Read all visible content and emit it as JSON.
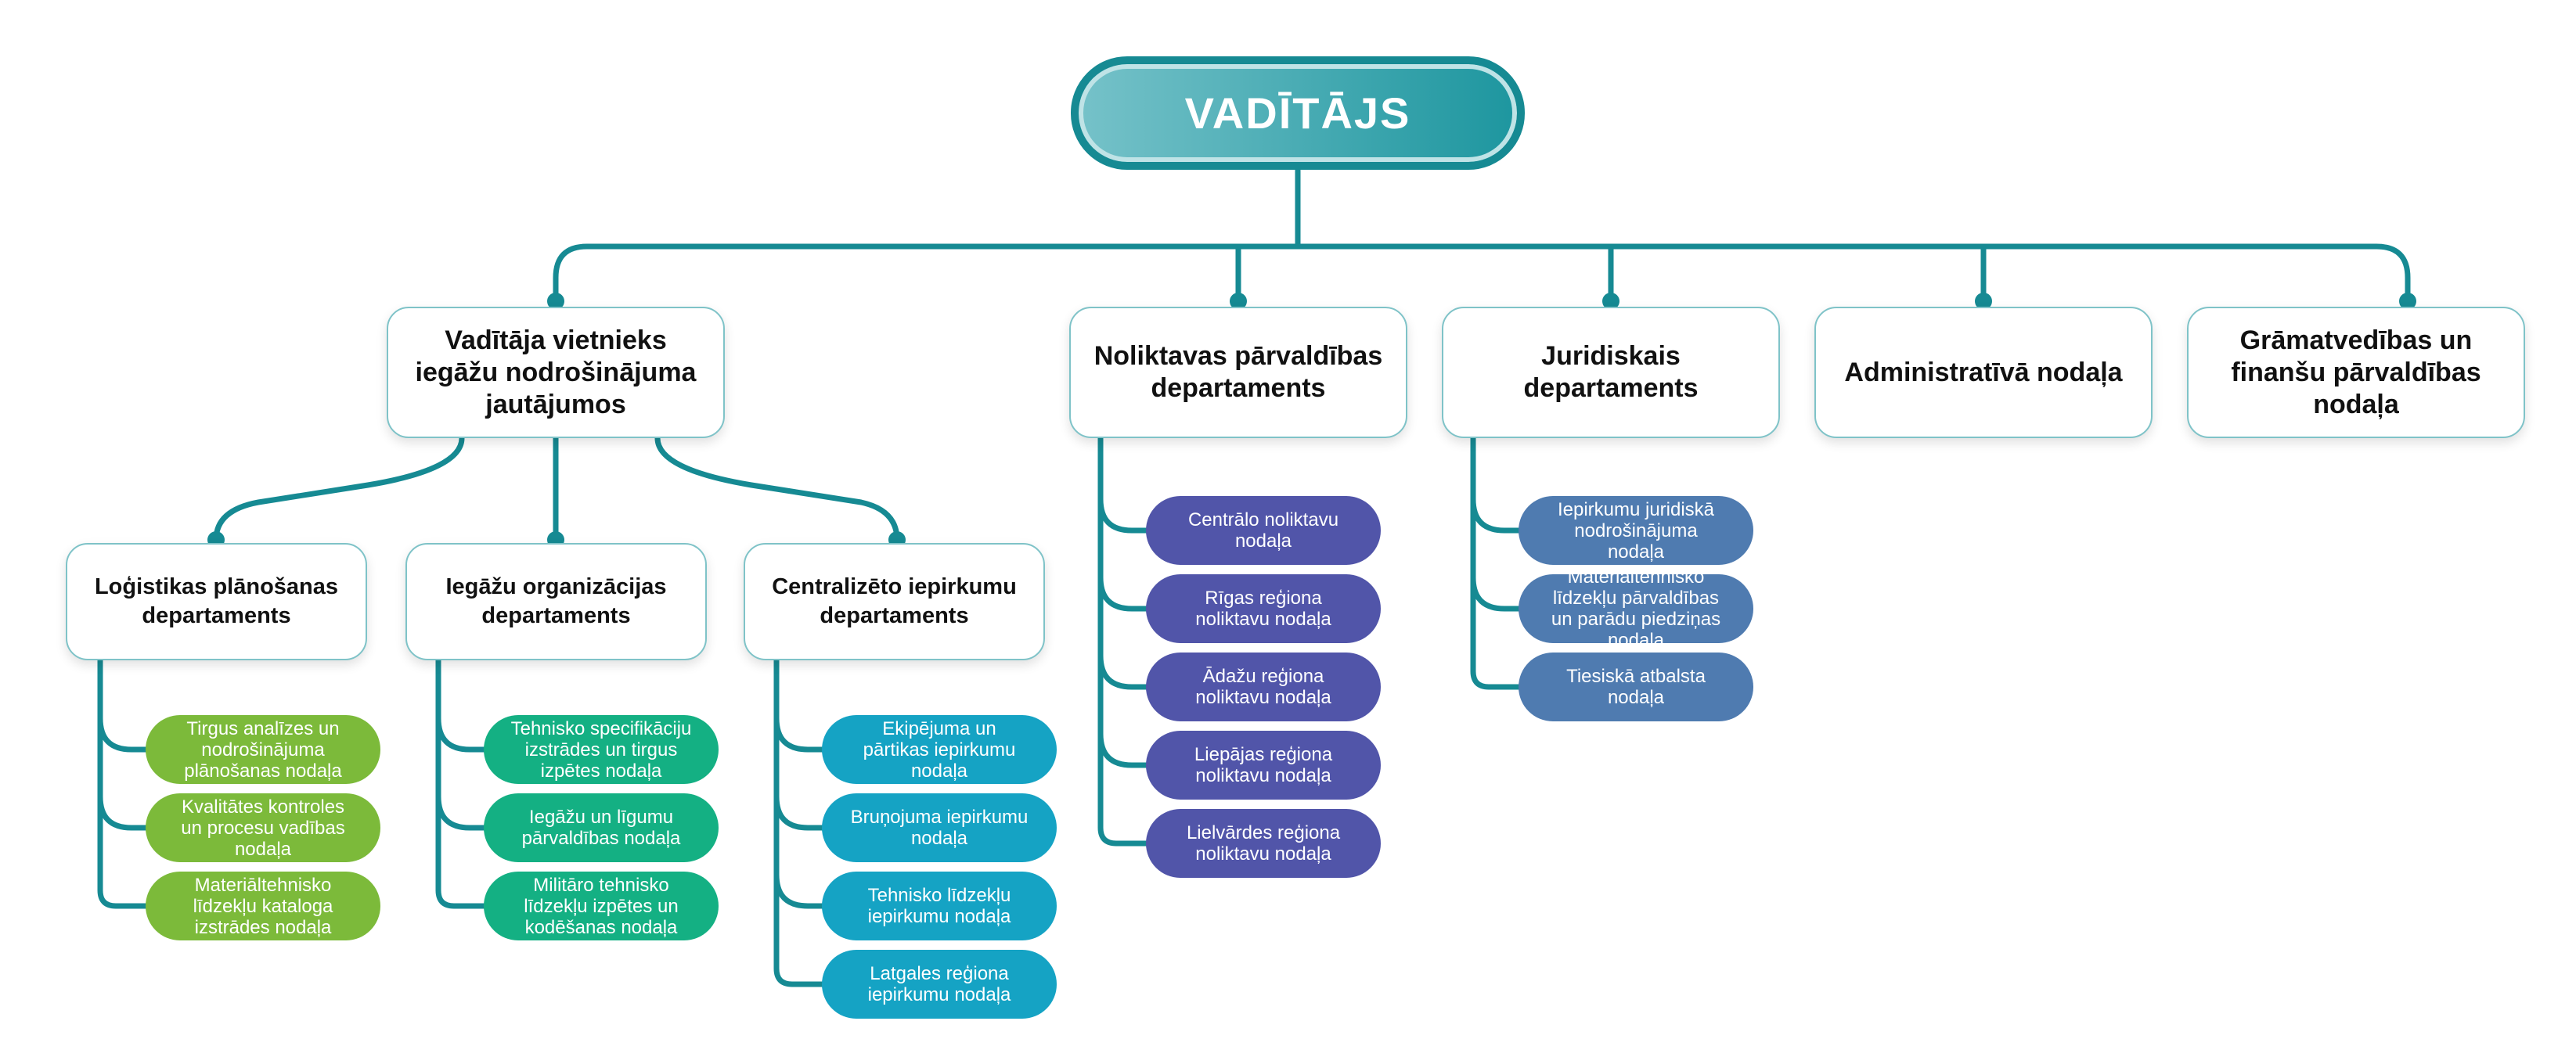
{
  "root": {
    "label": "VADĪTĀJS"
  },
  "level1": [
    {
      "id": "deputy",
      "label": "Vadītāja vietnieks\niegāžu nodrošinājuma\njautājumos"
    },
    {
      "id": "warehouse",
      "label": "Noliktavas pārvaldības\ndepartaments"
    },
    {
      "id": "legal",
      "label": "Juridiskais\ndepartaments"
    },
    {
      "id": "admin",
      "label": "Administratīvā nodaļa"
    },
    {
      "id": "finance",
      "label": "Grāmatvedības un\nfinanšu pārvaldības\nnodaļa"
    }
  ],
  "level2": [
    {
      "id": "logistics",
      "label": "Loģistikas plānošanas\ndepartaments"
    },
    {
      "id": "procurement_org",
      "label": "Iegāžu organizācijas\ndepartaments"
    },
    {
      "id": "central_procurement",
      "label": "Centralizēto iepirkumu\ndepartaments"
    }
  ],
  "groups": {
    "logistics": [
      "Tirgus analīzes un\nnodrošinājuma\nplānošanas nodaļa",
      "Kvalitātes kontroles\nun procesu vadības\nnodaļa",
      "Materiāltehnisko\nlīdzekļu kataloga\nizstrādes nodaļa"
    ],
    "procurement_org": [
      "Tehnisko specifikāciju\nizstrādes un tirgus\nizpētes nodaļa",
      "Iegāžu un līgumu\npārvaldības nodaļa",
      "Militāro tehnisko\nlīdzekļu izpētes un\nkodēšanas nodaļa"
    ],
    "central_procurement": [
      "Ekipējuma un\npārtikas iepirkumu\nnodaļa",
      "Bruņojuma iepirkumu\nnodaļa",
      "Tehnisko līdzekļu\niepirkumu nodaļa",
      "Latgales reģiona\niepirkumu nodaļa"
    ],
    "warehouse": [
      "Centrālo noliktavu\nnodaļa",
      "Rīgas reģiona\nnoliktavu nodaļa",
      "Ādažu reģiona\nnoliktavu nodaļa",
      "Liepājas reģiona\nnoliktavu nodaļa",
      "Lielvārdes reģiona\nnoliktavu nodaļa"
    ],
    "legal": [
      "Iepirkumu juridiskā\nnodrošinājuma\nnodaļa",
      "Materiāltehnisko\nlīdzekļu pārvaldības\nun parādu piedziņas\nnodaļa",
      "Tiesiskā atbalsta\nnodaļa"
    ]
  },
  "colors": {
    "connector": "#168a93",
    "logistics": "#7cba3a",
    "procurement_org": "#14b083",
    "central_procurement": "#15a3c4",
    "warehouse": "#5155a9",
    "legal": "#4f7bb0"
  }
}
